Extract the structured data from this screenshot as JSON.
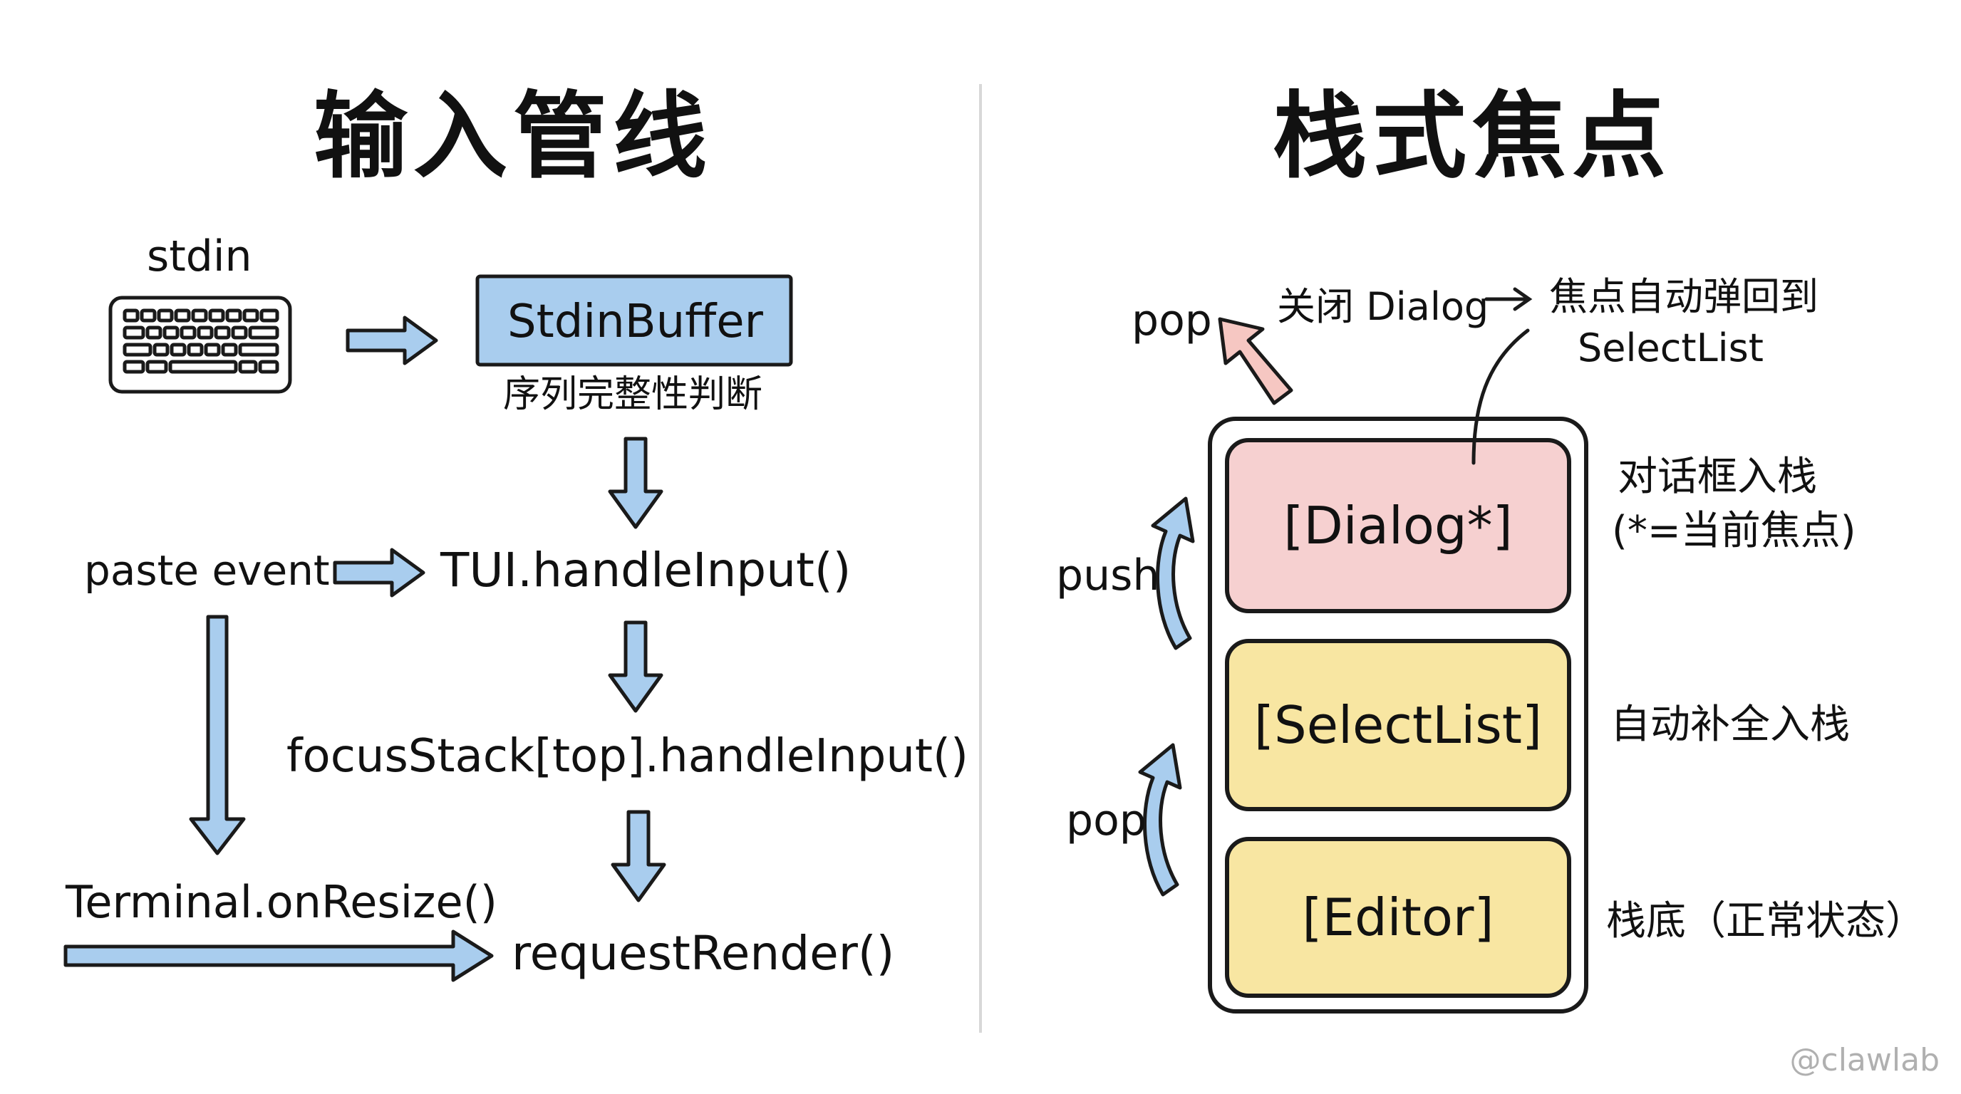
{
  "left_panel": {
    "title": "输入管线",
    "stdin_label": "stdin",
    "stdin_buffer": "StdinBuffer",
    "stdin_buffer_note": "序列完整性判断",
    "paste_event": "paste event",
    "handle_input": "TUI.handleInput()",
    "focus_stack_input": "focusStack[top].handleInput()",
    "terminal_resize": "Terminal.onResize()",
    "request_render": "requestRender()"
  },
  "right_panel": {
    "title": "栈式焦点",
    "pop_top": "pop",
    "close_note": "关闭 Dialog",
    "focus_return_line1": "焦点自动弹回到",
    "focus_return_line2": "SelectList",
    "push_label": "push",
    "pop_mid": "pop",
    "stack_items": [
      {
        "label": "[Dialog*]",
        "color": "#f6d0d0",
        "note_line1": "对话框入栈",
        "note_line2": "(*=当前焦点)"
      },
      {
        "label": "[SelectList]",
        "color": "#f8e6a2",
        "note_line1": "自动补全入栈",
        "note_line2": ""
      },
      {
        "label": "[Editor]",
        "color": "#f8e6a2",
        "note_line1": "栈底（正常状态）",
        "note_line2": ""
      }
    ]
  },
  "watermark": "@clawlab",
  "colors": {
    "arrow_blue": "#a9cdee",
    "arrow_pink": "#f6c7c2",
    "stdin_buffer_fill": "#a9cdee",
    "stroke": "#1a1a1a",
    "divider": "#d8d8d8"
  }
}
